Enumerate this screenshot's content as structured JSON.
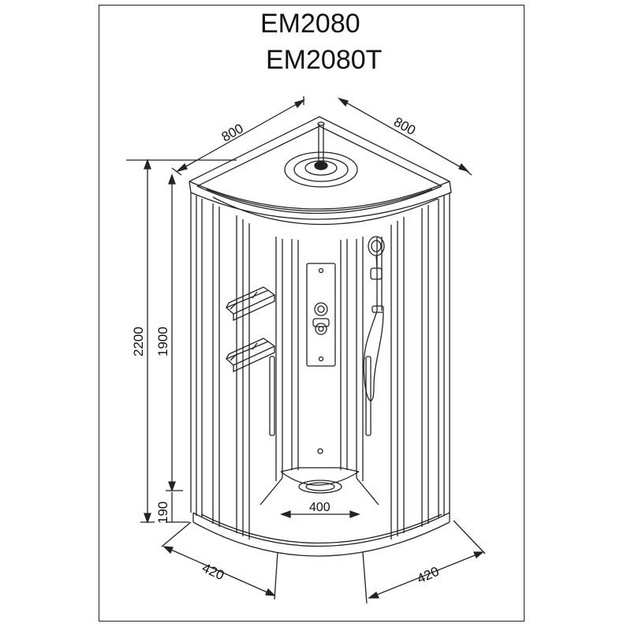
{
  "titles": [
    "EM2080",
    "EM2080T"
  ],
  "dimensions": {
    "top_left_width": "800",
    "top_right_width": "800",
    "total_height": "2200",
    "cabin_height": "1900",
    "tray_height": "190",
    "drain_width": "400",
    "bottom_left_radius": "420",
    "bottom_right_radius": "420"
  }
}
